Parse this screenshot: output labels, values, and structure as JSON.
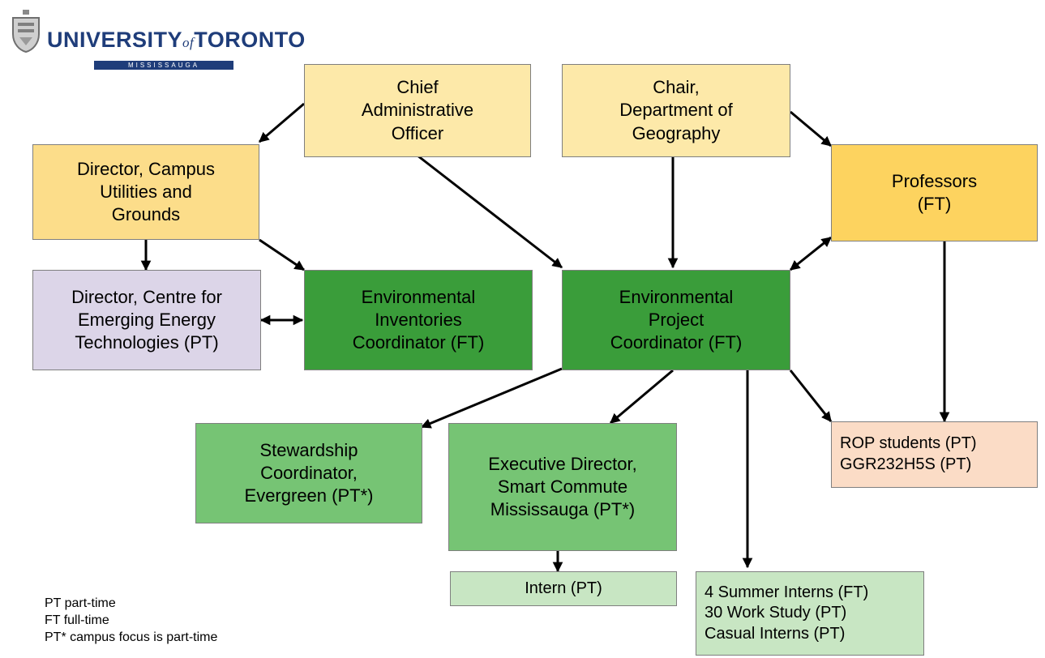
{
  "logo": {
    "text": "UNIVERSITY of TORONTO",
    "subtext": "MISSISSAUGA"
  },
  "nodes": {
    "cao": {
      "lines": [
        "Chief",
        "Administrative",
        "Officer"
      ],
      "color": "#fde9a9"
    },
    "chair": {
      "lines": [
        "Chair,",
        "Department of",
        "Geography"
      ],
      "color": "#fde9a9"
    },
    "director_utilities": {
      "lines": [
        "Director, Campus",
        "Utilities and",
        "Grounds"
      ],
      "color": "#fcdd8a"
    },
    "professors": {
      "lines": [
        "Professors",
        "(FT)"
      ],
      "color": "#fdd35f"
    },
    "director_energy": {
      "lines": [
        "Director, Centre for",
        "Emerging Energy",
        "Technologies (PT)"
      ],
      "color": "#dcd5e8"
    },
    "env_inventories": {
      "lines": [
        "Environmental",
        "Inventories",
        "Coordinator (FT)"
      ],
      "color": "#3a9d3a"
    },
    "env_project": {
      "lines": [
        "Environmental",
        "Project",
        "Coordinator (FT)"
      ],
      "color": "#3a9d3a"
    },
    "stewardship": {
      "lines": [
        "Stewardship",
        "Coordinator,",
        "Evergreen (PT*)"
      ],
      "color": "#76c474"
    },
    "exec_director": {
      "lines": [
        "Executive Director,",
        "Smart Commute",
        "Mississauga (PT*)"
      ],
      "color": "#76c474"
    },
    "rop": {
      "lines": [
        "ROP students (PT)",
        "GGR232H5S (PT)"
      ],
      "color": "#fbdcc6"
    },
    "intern": {
      "lines": [
        "Intern (PT)"
      ],
      "color": "#c8e6c3"
    },
    "summer": {
      "lines": [
        "4 Summer Interns (FT)",
        "30 Work Study (PT)",
        "Casual Interns (PT)"
      ],
      "color": "#c8e6c3"
    }
  },
  "legend": [
    "PT part-time",
    "FT full-time",
    "PT* campus focus is part-time"
  ]
}
